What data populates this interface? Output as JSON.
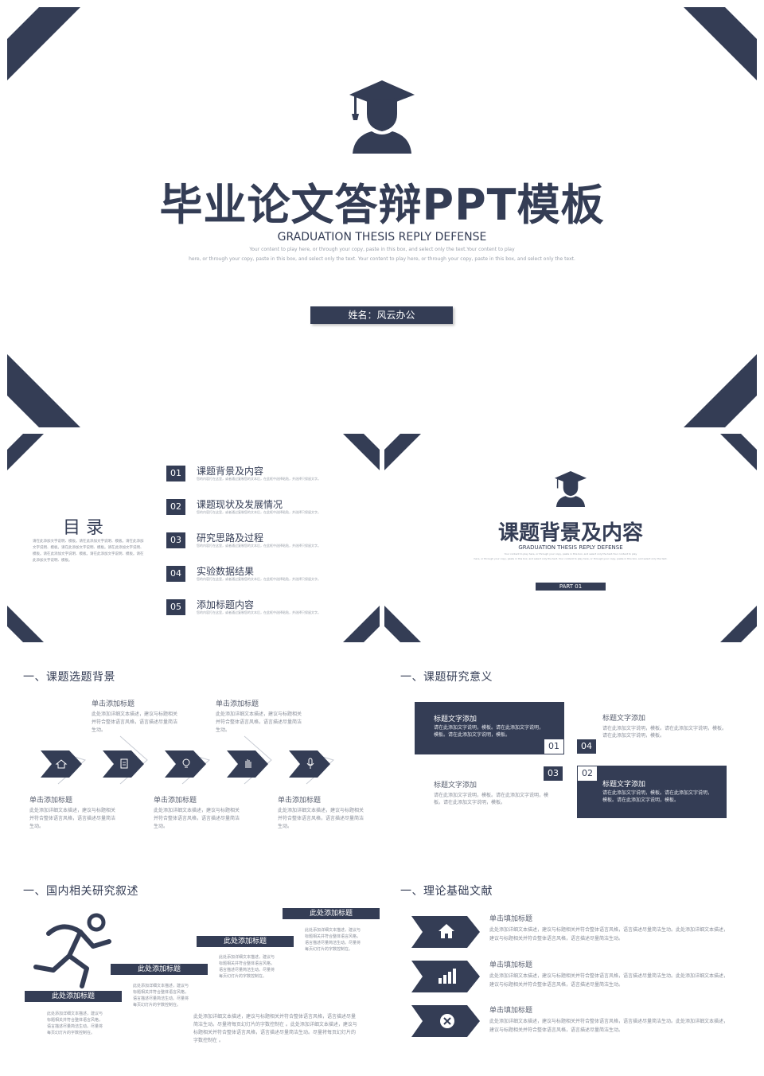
{
  "cover": {
    "title": "毕业论文答辩PPT模板",
    "subtitle": "GRADUATION THESIS REPLY DEFENSE",
    "desc_line1": "Your content to play here, or through your copy, paste in this box, and select only the text.Your content to play",
    "desc_line2": "here, or through your copy, paste in this box, and select only the text. Your content to play here, or through your copy, paste in this box, and select only the text.",
    "name": "姓名：风云办公"
  },
  "toc": {
    "title": "目 录",
    "side_text": "请在此添加文字说明、模板。请在此添加文字说明、模板。请在此添加文字说明、模板。请在此添加文字说明、模板。请在此添加文字说明、模板。请在此添加文字说明、模板。请在此添加文字说明、模板。请在此添加文字说明、模板。",
    "item_desc": "您的内容打在这里，或者通过复制您的文本后，在此框中选择粘贴，并选择只保留文字。",
    "items": [
      {
        "num": "01",
        "label": "课题背景及内容"
      },
      {
        "num": "02",
        "label": "课题现状及发展情况"
      },
      {
        "num": "03",
        "label": "研究思路及过程"
      },
      {
        "num": "04",
        "label": "实验数据结果"
      },
      {
        "num": "05",
        "label": "添加标题内容"
      }
    ]
  },
  "section": {
    "title": "课题背景及内容",
    "subtitle": "GRADUATION THESIS REPLY DEFENSE",
    "desc_line1": "Your content to play here, or through your copy, paste in this box, and select only the text.Your content to play",
    "desc_line2": "here, or through your copy, paste in this box, and select only the text. Your content to play here, or through your copy, paste in this box, and select only the text.",
    "part": "PART 01"
  },
  "bg": {
    "heading": "一、课题选题背景",
    "top_items": [
      {
        "title": "单击添加标题",
        "text": "此处添加详细文本描述，建议与标题相关并符合整体语言风格，语言描述尽量简洁生动。"
      },
      {
        "title": "单击添加标题",
        "text": "此处添加详细文本描述，建议与标题相关并符合整体语言风格，语言描述尽量简洁生动。"
      }
    ],
    "bottom_items": [
      {
        "title": "单击添加标题",
        "text": "此处添加详细文本描述，建议与标题相关并符合整体语言风格，语言描述尽量简洁生动。"
      },
      {
        "title": "单击添加标题",
        "text": "此处添加详细文本描述，建议与标题相关并符合整体语言风格，语言描述尽量简洁生动。"
      },
      {
        "title": "单击添加标题",
        "text": "此处添加详细文本描述，建议与标题相关并符合整体语言风格，语言描述尽量简洁生动。"
      }
    ],
    "icons": [
      "home-icon",
      "document-icon",
      "lightbulb-icon",
      "hand-icon",
      "microphone-icon"
    ]
  },
  "significance": {
    "heading": "一、课题研究意义",
    "boxes": [
      {
        "num": "01",
        "title": "标题文字添加",
        "text": "请在此添加文字说明，模板。请在此添加文字说明，模板。请在此添加文字说明，模板。"
      },
      {
        "num": "02",
        "title": "标题文字添加",
        "text": "请在此添加文字说明，模板。请在此添加文字说明，模板。请在此添加文字说明，模板。"
      },
      {
        "num": "03",
        "title": "标题文字添加",
        "text": "请在此添加文字说明，模板。请在此添加文字说明，模板。请在此添加文字说明，模板。"
      },
      {
        "num": "04",
        "title": "标题文字添加",
        "text": "请在此添加文字说明，模板。请在此添加文字说明，模板。请在此添加文字说明，模板。"
      }
    ]
  },
  "domestic": {
    "heading": "一、国内相关研究叙述",
    "steps": [
      {
        "label": "此处添加标题",
        "text": "此处添加详细文本描述，建议与标题相关并符合整体语言风格，语言描述尽量简洁生动。尽量将每页幻灯片的字数控制在。"
      },
      {
        "label": "此处添加标题",
        "text": "此处添加详细文本描述，建议与标题相关并符合整体语言风格，语言描述尽量简洁生动。尽量将每页幻灯片的字数控制在。"
      },
      {
        "label": "此处添加标题",
        "text": "此处添加详细文本描述，建议与标题相关并符合整体语言风格，语言描述尽量简洁生动。尽量将每页幻灯片的字数控制在。"
      },
      {
        "label": "此处添加标题",
        "text": "此处添加详细文本描述，建议与标题相关并符合整体语言风格，语言描述尽量简洁生动。尽量将每页幻灯片的字数控制在。"
      }
    ],
    "bottom_text": "此处添加详细文本描述，建议与标题相关并符合整体语言风格，语言描述尽量简洁生动。尽量将每页幻灯片的字数控制在 。此处添加详细文本描述，建议与标题相关并符合整体语言风格，语言描述尽量简洁生动。尽量将每页幻灯片的字数控制在 。"
  },
  "theory": {
    "heading": "一、理论基础文献",
    "items": [
      {
        "title": "单击填加标题",
        "text": "此处添加详细文本描述，建议与标题相关并符合整体语言风格，语言描述尽量简洁生动。此处添加详细文本描述，建议与标题相关并符合整体语言风格，语言描述尽量简洁生动。",
        "icon": "house-icon"
      },
      {
        "title": "单击填加标题",
        "text": "此处添加详细文本描述，建议与标题相关并符合整体语言风格，语言描述尽量简洁生动。此处添加详细文本描述，建议与标题相关并符合整体语言风格，语言描述尽量简洁生动。",
        "icon": "bar-chart-icon"
      },
      {
        "title": "单击填加标题",
        "text": "此处添加详细文本描述，建议与标题相关并符合整体语言风格，语言描述尽量简洁生动。此处添加详细文本描述，建议与标题相关并符合整体语言风格，语言描述尽量简洁生动。",
        "icon": "tools-icon"
      }
    ]
  },
  "colors": {
    "navy": "#343d55",
    "text": "#8a8f9a"
  }
}
